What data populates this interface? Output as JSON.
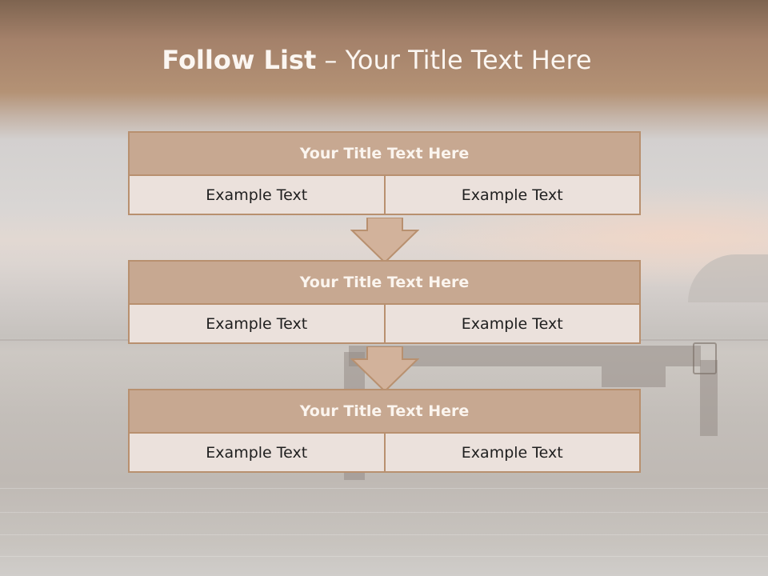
{
  "header": {
    "title_bold": "Follow List",
    "title_separator": " – ",
    "title_rest": "Your Title Text Here"
  },
  "stages": [
    {
      "title": "Your Title Text Here",
      "items": [
        "Example Text",
        "Example Text"
      ]
    },
    {
      "title": "Your Title Text Here",
      "items": [
        "Example Text",
        "Example Text"
      ]
    },
    {
      "title": "Your Title Text Here",
      "items": [
        "Example Text",
        "Example Text"
      ]
    }
  ],
  "colors": {
    "header_band": "#a4816a",
    "stage_title_fill": "#c7a891",
    "stage_border": "#b8906f",
    "cell_fill": "#ebe1dc",
    "arrow_fill": "#d2b29b"
  },
  "icons": {
    "connector": "down-arrow-icon"
  }
}
